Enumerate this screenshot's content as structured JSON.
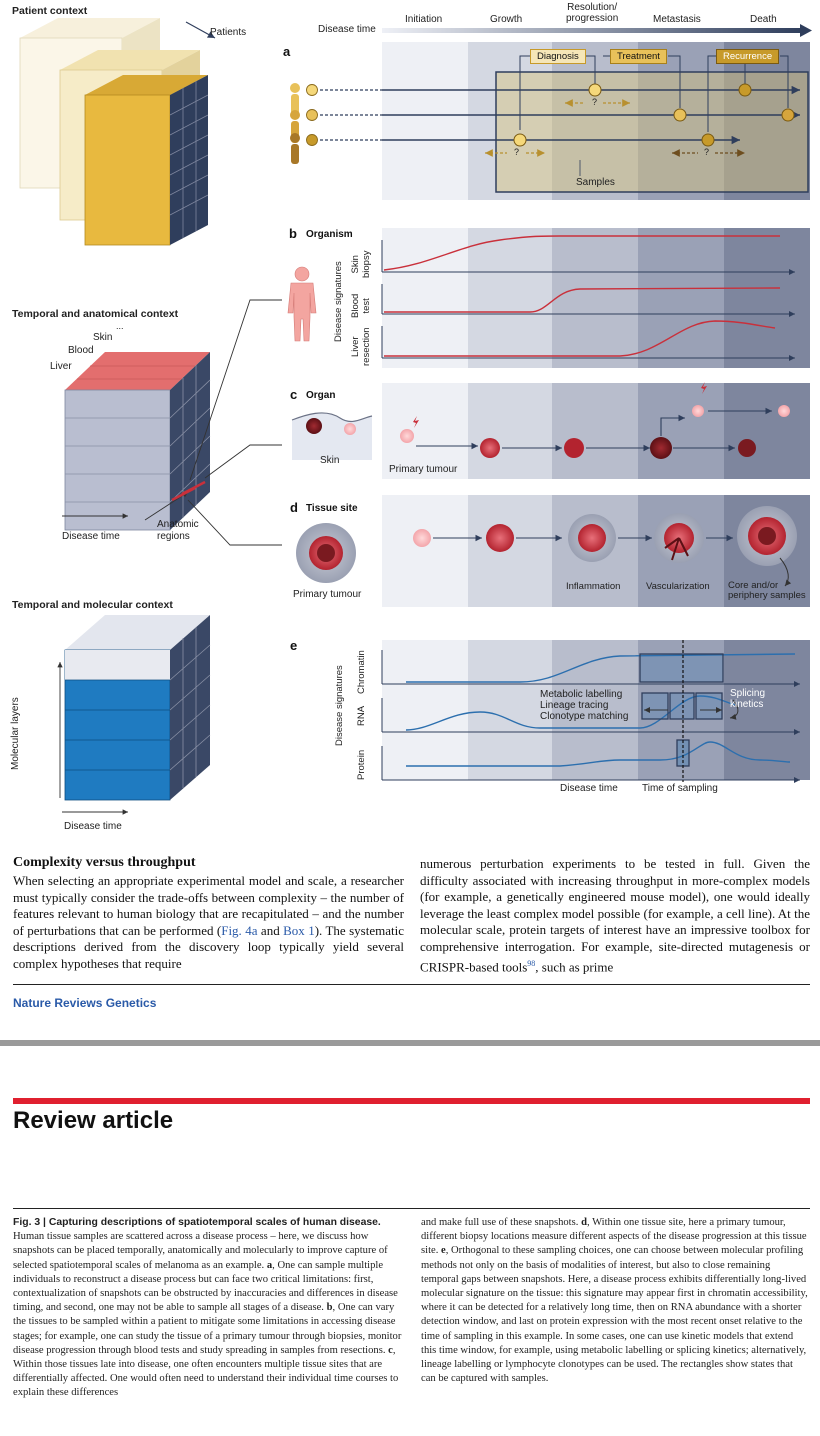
{
  "figure": {
    "left_panels": {
      "patient_context": {
        "title": "Patient context",
        "patients_label": "Patients"
      },
      "temporal_anatomical": {
        "title": "Temporal and anatomical context",
        "layers": [
          "Skin",
          "Blood",
          "Liver"
        ],
        "ellipsis": "...",
        "x_label": "Disease time",
        "anatomic_label": "Anatomic\nregions"
      },
      "temporal_molecular": {
        "title": "Temporal and molecular context",
        "y_label": "Molecular layers",
        "x_label": "Disease time"
      }
    },
    "timeline": {
      "axis_label": "Disease time",
      "stages": [
        "Initiation",
        "Growth",
        "Resolution/\nprogression",
        "Metastasis",
        "Death"
      ],
      "stage_colors": [
        "#eef0f5",
        "#d4d8e2",
        "#b8bdcc",
        "#9aa1b6",
        "#7e869e"
      ]
    },
    "panel_a": {
      "letter": "a",
      "tags": {
        "diagnosis": "Diagnosis",
        "treatment": "Treatment",
        "recurrence": "Recurrence"
      },
      "question": "?",
      "samples_label": "Samples",
      "colors": {
        "tag_border": "#c79a2a",
        "node_fill": "#e8c15a",
        "box": "#2f3e5c"
      }
    },
    "panel_b": {
      "letter": "b",
      "title": "Organism",
      "y_label": "Disease signatures",
      "tracks": [
        "Skin\nbiopsy",
        "Blood\ntest",
        "Liver\nresection"
      ],
      "curve_color": "#c9303b"
    },
    "panel_c": {
      "letter": "c",
      "title": "Organ",
      "skin_label": "Skin",
      "primary_label": "Primary tumour"
    },
    "panel_d": {
      "letter": "d",
      "title": "Tissue site",
      "primary_label": "Primary tumour",
      "stage_labels": [
        "Inflammation",
        "Vascularization",
        "Core and/or\nperiphery samples"
      ]
    },
    "panel_e": {
      "letter": "e",
      "y_label": "Disease signatures",
      "tracks": [
        "Chromatin",
        "RNA",
        "Protein"
      ],
      "methods": [
        "Metabolic labelling",
        "Lineage tracing",
        "Clonotype matching"
      ],
      "splicing_label": "Splicing\nkinetics",
      "x_label": "Disease time",
      "sampling_label": "Time of sampling",
      "curve_color": "#2c6fae"
    }
  },
  "body": {
    "section_title": "Complexity versus throughput",
    "left_text_a": "When selecting an appropriate experimental model and scale, a researcher must typically consider the trade-offs between complexity – the number of features relevant to human biology that are recapitulated – and the number of perturbations that can be performed (",
    "left_link_fig": "Fig. 4a",
    "left_text_b": " and ",
    "left_link_box": "Box 1",
    "left_text_c": "). The systematic descriptions derived from the discovery loop typically yield several complex hypotheses that require",
    "right_text_a": "numerous perturbation experiments to be tested in full. Given the difficulty associated with increasing throughput in more-complex models (for example, a genetically engineered mouse model), one would ideally leverage the least complex model possible (for example, a cell line). At the molecular scale, protein targets of interest have an impressive toolbox for comprehensive interrogation. For example, site-directed mutagenesis or CRISPR-based tools",
    "right_ref": "98",
    "right_text_b": ", such as prime",
    "journal": "Nature Reviews Genetics",
    "article_type": "Review article"
  },
  "caption": {
    "label": "Fig. 3 | Capturing descriptions of spatiotemporal scales of human disease.",
    "left": [
      {
        "t": " Human tissue samples are scattered across a disease process – here, we discuss how snapshots can be placed temporally, anatomically and molecularly to improve capture of selected spatiotemporal scales of melanoma as an example. "
      },
      {
        "b": "a"
      },
      {
        "t": ", One can sample multiple individuals to reconstruct a disease process but can face two critical limitations: first, contextualization of snapshots can be obstructed by inaccuracies and differences in disease timing, and second, one may not be able to sample all stages of a disease. "
      },
      {
        "b": "b"
      },
      {
        "t": ", One can vary the tissues to be sampled within a patient to mitigate some limitations in accessing disease stages; for example, one can study the tissue of a primary tumour through biopsies, monitor disease progression through blood tests and study spreading in samples from resections. "
      },
      {
        "b": "c"
      },
      {
        "t": ", Within those tissues late into disease, one often encounters multiple tissue sites that are differentially affected. One would often need to understand their individual time courses to explain these differences"
      }
    ],
    "right": [
      {
        "t": "and make full use of these snapshots. "
      },
      {
        "b": "d"
      },
      {
        "t": ", Within one tissue site, here a primary tumour, different biopsy locations measure different aspects of the disease progression at this tissue site. "
      },
      {
        "b": "e"
      },
      {
        "t": ", Orthogonal to these sampling choices, one can choose between molecular profiling methods not only on the basis of modalities of interest, but also to close remaining temporal gaps between snapshots. Here, a disease process exhibits differentially long-lived molecular signature on the tissue: this signature may appear first in chromatin accessibility, where it can be detected for a relatively long time, then on RNA abundance with a shorter detection window, and last on protein expression with the most recent onset relative to the time of sampling in this example. In some cases, one can use kinetic models that extend this time window, for example, using metabolic labelling or splicing kinetics; alternatively, lineage labelling or lymphocyte clonotypes can be used. The rectangles show states that can be captured with samples."
      }
    ]
  }
}
